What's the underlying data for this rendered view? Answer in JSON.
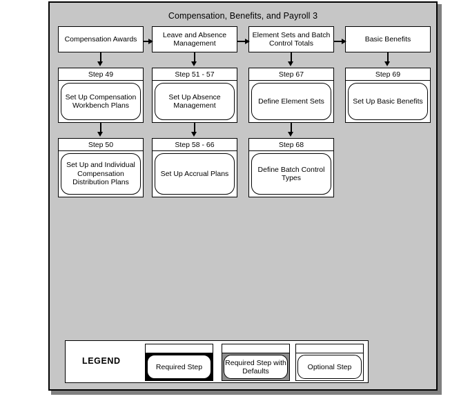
{
  "diagram": {
    "title": "Compensation, Benefits, and Payroll 3",
    "columns": [
      {
        "header": "Compensation Awards",
        "steps": [
          {
            "label": "Step 49",
            "text": "Set Up Compensation Workbench Plans",
            "fill": "optional"
          },
          {
            "label": "Step 50",
            "text": "Set Up and Individual Compensation Distribution Plans",
            "fill": "optional"
          }
        ]
      },
      {
        "header": "Leave and Absence Management",
        "steps": [
          {
            "label": "Step 51 - 57",
            "text": "Set Up Absence Management",
            "fill": "optional"
          },
          {
            "label": "Step 58 - 66",
            "text": "Set Up Accrual Plans",
            "fill": "optional"
          }
        ]
      },
      {
        "header": "Element Sets and Batch Control Totals",
        "steps": [
          {
            "label": "Step 67",
            "text": "Define Element Sets",
            "fill": "optional"
          },
          {
            "label": "Step 68",
            "text": "Define Batch Control Types",
            "fill": "optional"
          }
        ]
      },
      {
        "header": "Basic Benefits",
        "steps": [
          {
            "label": "Step 69",
            "text": "Set Up Basic Benefits",
            "fill": "optional"
          }
        ]
      }
    ]
  },
  "legend": {
    "title": "LEGEND",
    "items": [
      {
        "text": "Required Step",
        "fill": "required",
        "fill_color": "#000000"
      },
      {
        "text": "Required Step with Defaults",
        "fill": "defaults",
        "fill_color": "#8c8c8c"
      },
      {
        "text": "Optional Step",
        "fill": "optional",
        "fill_color": "#ffffff"
      }
    ]
  },
  "colors": {
    "canvas_background": "#c6c6c6",
    "canvas_border": "#000000",
    "canvas_shadow": "#808080",
    "box_background": "#ffffff",
    "line": "#000000"
  }
}
